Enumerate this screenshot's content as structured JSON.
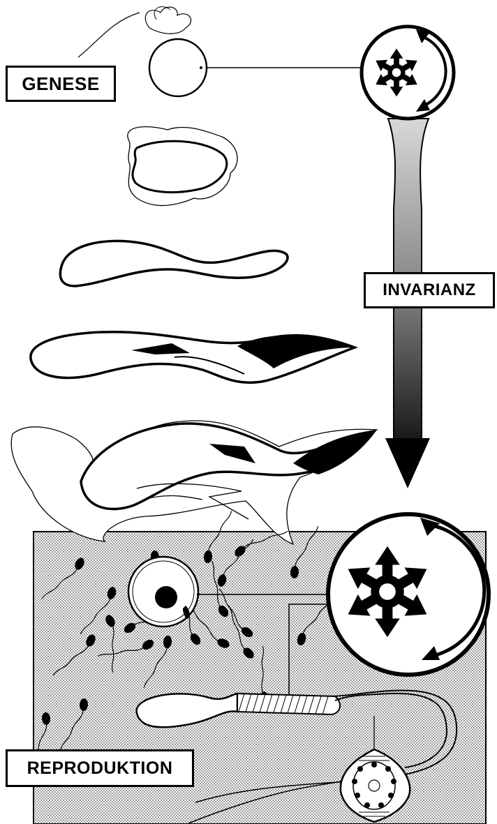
{
  "labels": {
    "genese": "GENESE",
    "invarianz": "INVARIANZ",
    "reproduktion": "REPRODUKTION"
  },
  "colors": {
    "ink": "#000000",
    "paper": "#ffffff",
    "stipple": "#c8c8c8"
  }
}
